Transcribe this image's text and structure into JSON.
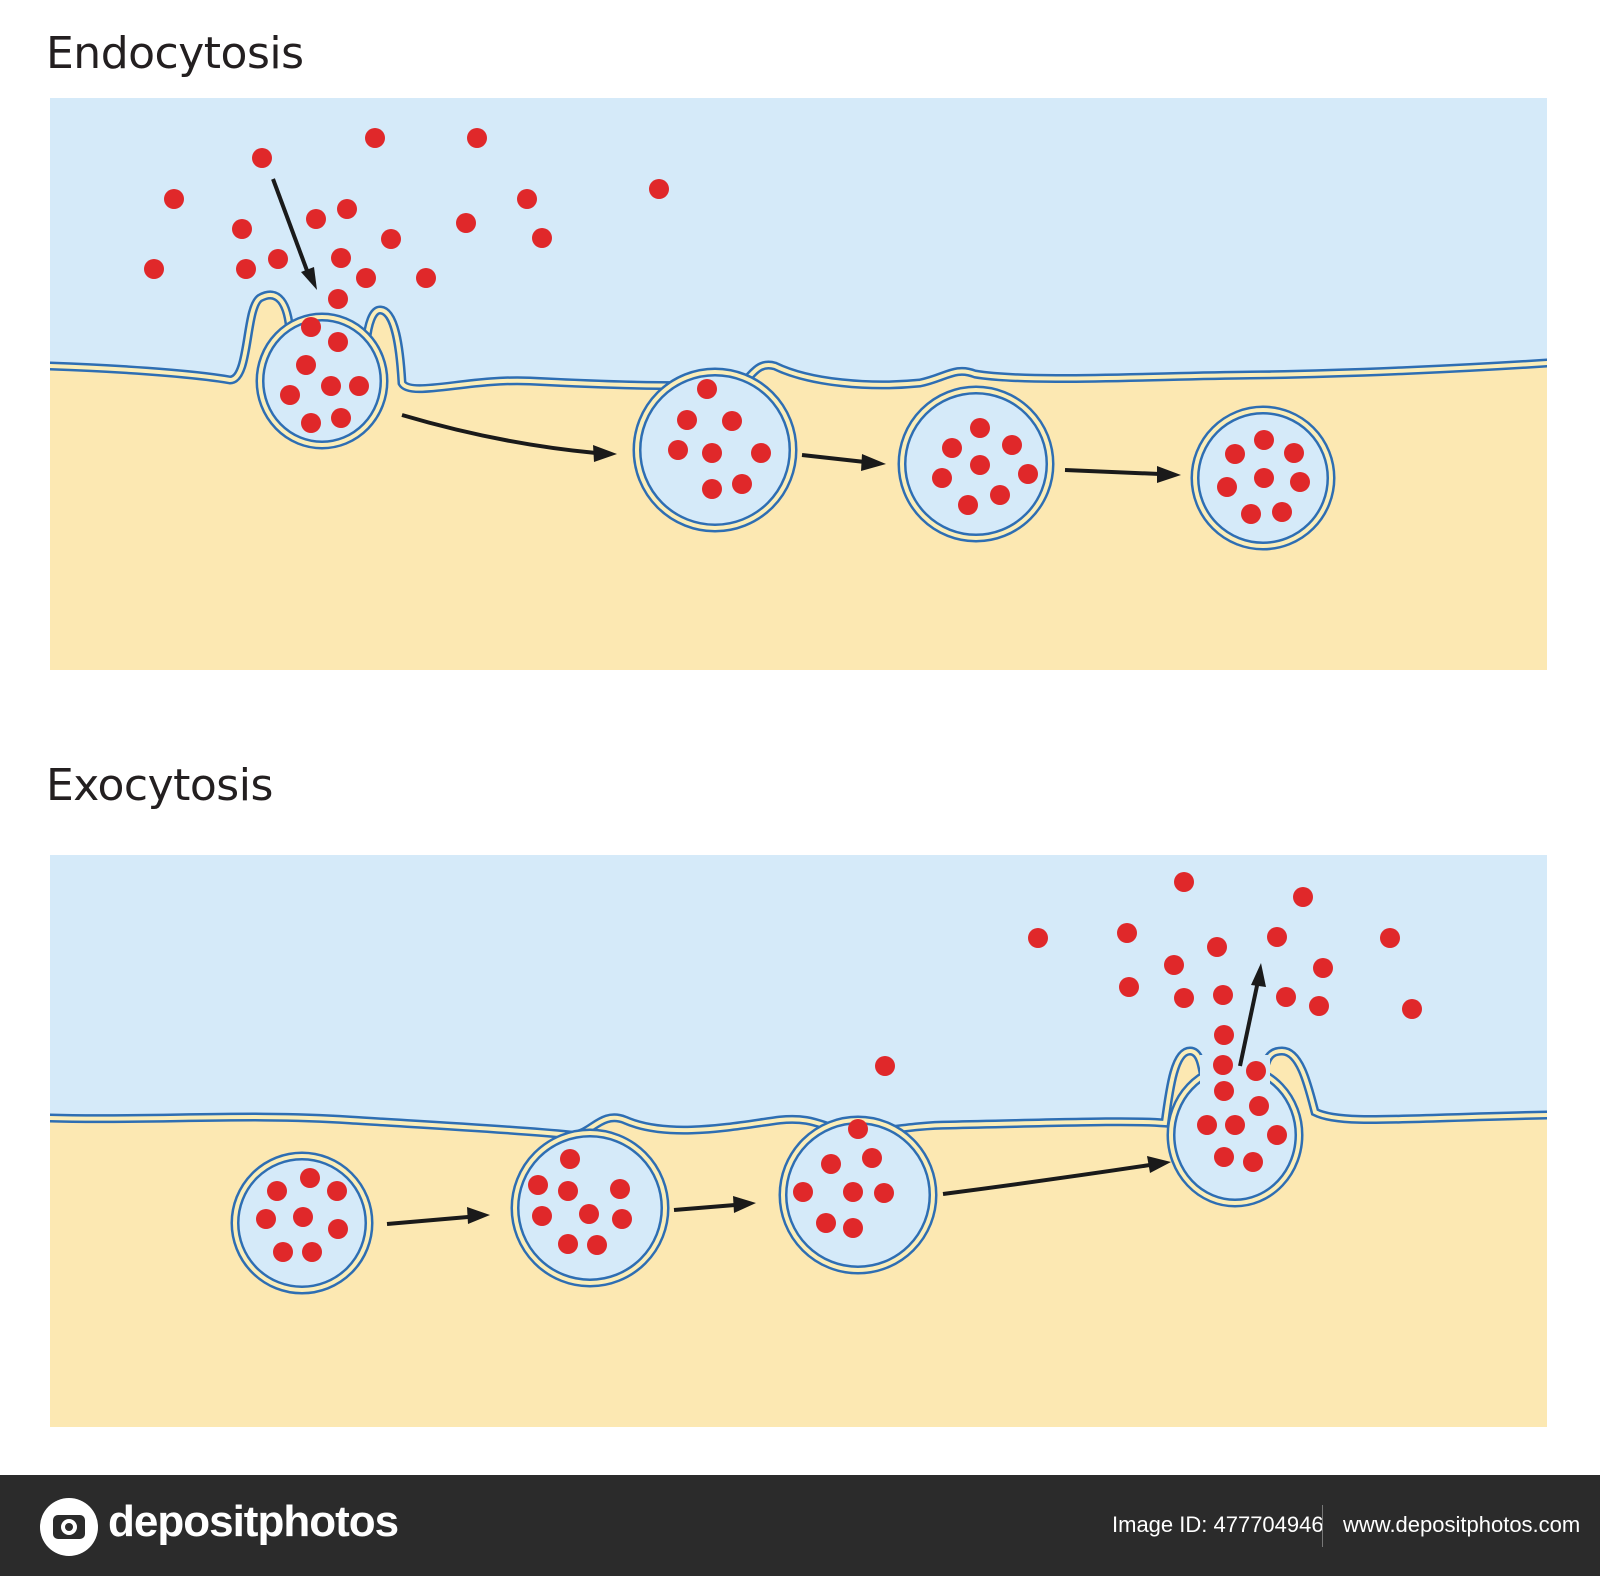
{
  "diagram": {
    "endocytosis_title": "Endocytosis",
    "exocytosis_title": "Exocytosis"
  },
  "colors": {
    "extracellular": "#d5eaf9",
    "cytoplasm": "#fce8b2",
    "membrane": "#2e6eb3",
    "membrane_fill": "#fbeeb9",
    "vesicle_lumen": "#d5eaf9",
    "particle": "#e0282a",
    "arrow": "#1a1a1a"
  },
  "footer": {
    "brand": "depositphotos",
    "image_id": "Image ID: 477704946",
    "site_url": "www.depositphotos.com"
  }
}
